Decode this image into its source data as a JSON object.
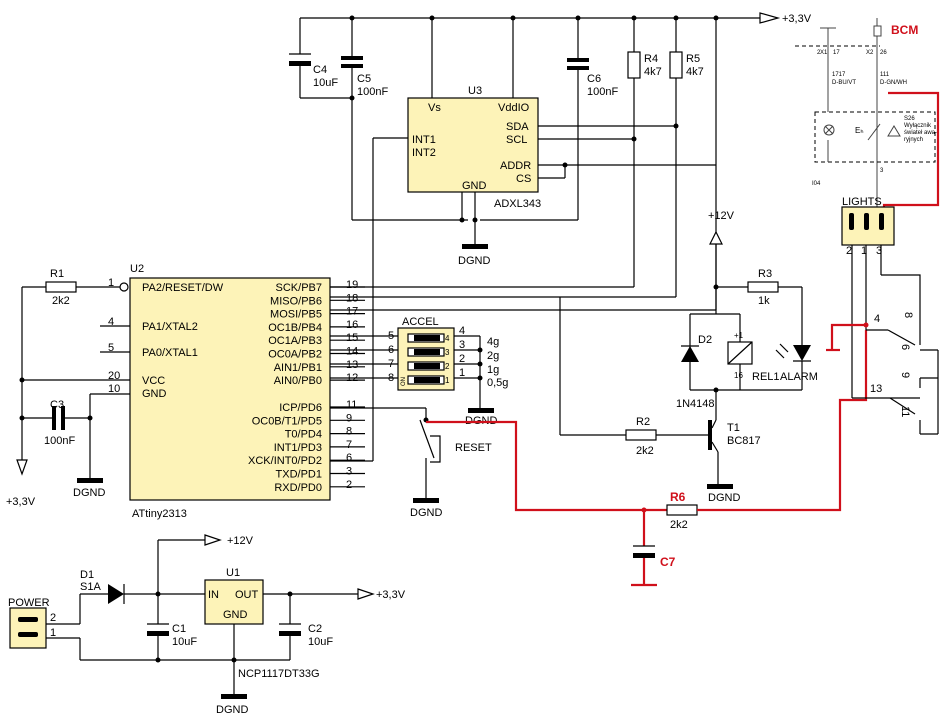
{
  "power_rail": "+3,3V",
  "supply_12v": "+12V",
  "ground": "DGND",
  "u2": {
    "ref": "U2",
    "part": "ATtiny2313",
    "left_pins": [
      {
        "num": "1",
        "name": "PA2/RESET/DW"
      },
      {
        "num": "4",
        "name": "PA1/XTAL2"
      },
      {
        "num": "5",
        "name": "PA0/XTAL1"
      },
      {
        "num": "20",
        "name": "VCC"
      },
      {
        "num": "10",
        "name": "GND"
      }
    ],
    "right_pins": [
      {
        "num": "19",
        "name": "SCK/PB7"
      },
      {
        "num": "18",
        "name": "MISO/PB6"
      },
      {
        "num": "17",
        "name": "MOSI/PB5"
      },
      {
        "num": "16",
        "name": "OC1B/PB4"
      },
      {
        "num": "15",
        "name": "OC1A/PB3"
      },
      {
        "num": "14",
        "name": "OC0A/PB2"
      },
      {
        "num": "13",
        "name": "AIN1/PB1"
      },
      {
        "num": "12",
        "name": "AIN0/PB0"
      },
      {
        "num": "11",
        "name": "ICP/PD6"
      },
      {
        "num": "9",
        "name": "OC0B/T1/PD5"
      },
      {
        "num": "8",
        "name": "T0/PD4"
      },
      {
        "num": "7",
        "name": "INT1/PD3"
      },
      {
        "num": "6",
        "name": "XCK/INT0/PD2"
      },
      {
        "num": "3",
        "name": "TXD/PD1"
      },
      {
        "num": "2",
        "name": "RXD/PD0"
      }
    ]
  },
  "u3": {
    "ref": "U3",
    "part": "ADXL343",
    "pins": {
      "vs": "Vs",
      "vddio": "VddIO",
      "int1": "INT1",
      "int2": "INT2",
      "sda": "SDA",
      "scl": "SCL",
      "addr": "ADDR",
      "cs": "CS",
      "gnd": "GND"
    }
  },
  "u1": {
    "ref": "U1",
    "part": "NCP1117DT33G",
    "in": "IN",
    "out": "OUT",
    "gnd": "GND"
  },
  "accel_switch": {
    "title": "ACCEL",
    "on": "ON",
    "left_nums": [
      "5",
      "6",
      "7",
      "8"
    ],
    "inner_nums": [
      "4",
      "3",
      "2",
      "1"
    ],
    "right_nums": [
      "4",
      "3",
      "2",
      "1"
    ],
    "ranges": [
      "4g",
      "2g",
      "1g",
      "0,5g"
    ]
  },
  "components": {
    "r1": {
      "ref": "R1",
      "value": "2k2"
    },
    "r2": {
      "ref": "R2",
      "value": "2k2"
    },
    "r3": {
      "ref": "R3",
      "value": "1k"
    },
    "r4": {
      "ref": "R4",
      "value": "4k7"
    },
    "r5": {
      "ref": "R5",
      "value": "4k7"
    },
    "r6": {
      "ref": "R6",
      "value": "2k2"
    },
    "c1": {
      "ref": "C1",
      "value": "10uF"
    },
    "c2": {
      "ref": "C2",
      "value": "10uF"
    },
    "c3": {
      "ref": "C3",
      "value": "100nF"
    },
    "c4": {
      "ref": "C4",
      "value": "10uF"
    },
    "c5": {
      "ref": "C5",
      "value": "100nF"
    },
    "c6": {
      "ref": "C6",
      "value": "100nF"
    },
    "c7": {
      "ref": "C7"
    },
    "d1": {
      "ref": "D1",
      "value": "S1A"
    },
    "d2": {
      "ref": "D2",
      "value": "1N4148"
    },
    "t1": {
      "ref": "T1",
      "value": "BC817"
    },
    "rel1": {
      "ref": "REL1",
      "pin_plus": "+1",
      "pin_16": "16"
    },
    "alarm": "ALARM",
    "reset": "RESET"
  },
  "power_connector": {
    "label": "POWER",
    "pins": [
      "2",
      "1"
    ]
  },
  "lights_connector": {
    "label": "LIGHTS",
    "pins": [
      "2",
      "1",
      "3"
    ]
  },
  "relay_contacts": [
    "4",
    "8",
    "6",
    "9",
    "13",
    "11"
  ],
  "bcm": {
    "label": "BCM",
    "x1": "X1",
    "x1_pin": "17",
    "x2": "X2",
    "x2_pin": "26",
    "left_pin": "2",
    "wire1_num": "1717",
    "wire1_color": "D-BU/VT",
    "wire2_num": "111",
    "wire2_color": "D-GN/WH",
    "switch_ref": "S26",
    "switch_desc": [
      "Wyłącznik",
      "świateł awa-",
      "ryjnych"
    ],
    "bottom_num": "3",
    "corner": "I04"
  }
}
